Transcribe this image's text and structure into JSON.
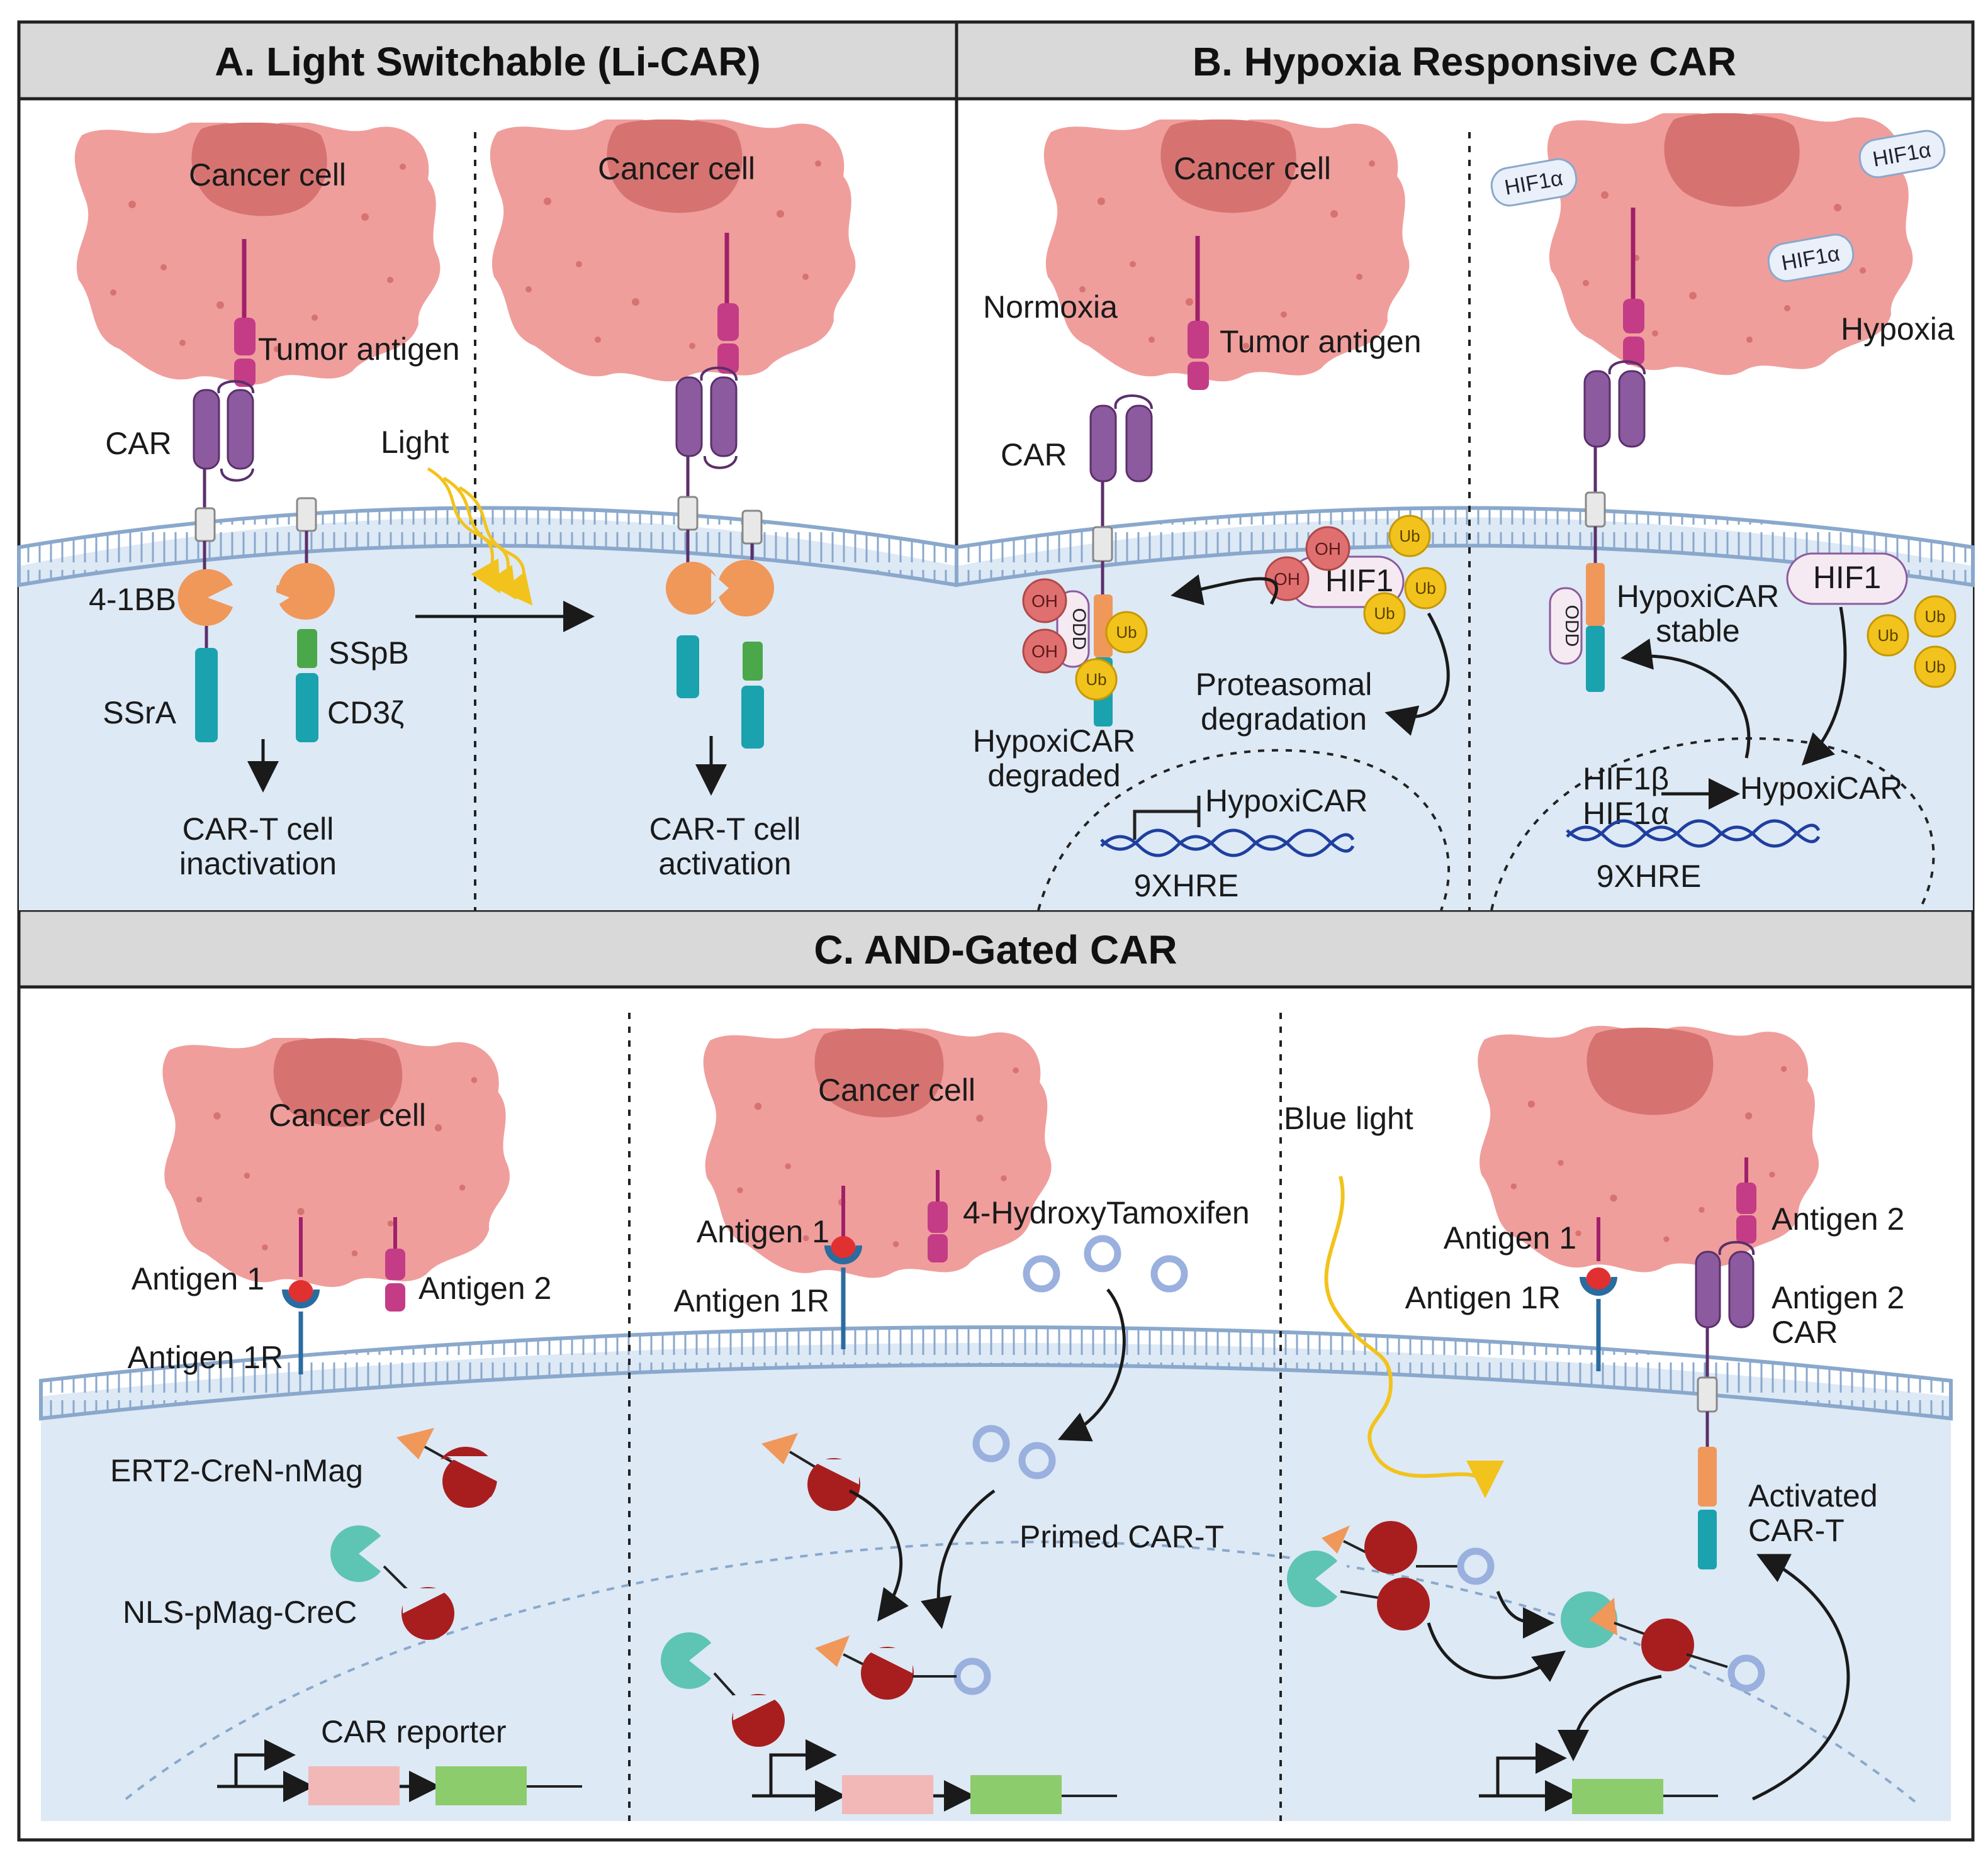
{
  "panels": {
    "a": {
      "title": "A. Light Switchable (Li-CAR)",
      "cancer_cell_1": "Cancer cell",
      "cancer_cell_2": "Cancer cell",
      "tumor_antigen": "Tumor antigen",
      "car": "CAR",
      "light": "Light",
      "bb41": "4-1BB",
      "sspb": "SSpB",
      "ssra": "SSrA",
      "cd3z": "CD3ζ",
      "inactivation_1": "CAR-T cell",
      "inactivation_2": "inactivation",
      "activation_1": "CAR-T cell",
      "activation_2": "activation"
    },
    "b": {
      "title": "B. Hypoxia Responsive CAR",
      "cancer_cell_1": "Cancer cell",
      "normoxia": "Normoxia",
      "hypoxia": "Hypoxia",
      "tumor_antigen": "Tumor antigen",
      "car": "CAR",
      "oh": "OH",
      "ub": "Ub",
      "hif1": "HIF1",
      "hif1a": "HIF1α",
      "odd": "ODD",
      "proteasomal_1": "Proteasomal",
      "proteasomal_2": "degradation",
      "degraded_1": "HypoxiCAR",
      "degraded_2": "degraded",
      "hypoxicar": "HypoxiCAR",
      "hre": "9XHRE",
      "stable_1": "HypoxiCAR",
      "stable_2": "stable",
      "hif1b": "HIF1β",
      "hif1a_nuc": "HIF1α"
    },
    "c": {
      "title": "C. AND-Gated CAR",
      "cancer_cell_1": "Cancer cell",
      "cancer_cell_2": "Cancer cell",
      "antigen1": "Antigen 1",
      "antigen2": "Antigen 2",
      "antigen1r": "Antigen 1R",
      "ert2": "ERT2-CreN-nMag",
      "nls": "NLS-pMag-CreC",
      "car_reporter": "CAR reporter",
      "tamoxifen": "4-HydroxyTamoxifen",
      "primed": "Primed CAR-T",
      "blue_light": "Blue light",
      "antigen2car_1": "Antigen 2",
      "antigen2car_2": "CAR",
      "activated_1": "Activated",
      "activated_2": "CAR-T"
    }
  },
  "colors": {
    "cancer": "#ef9e9c",
    "cancer_nucleus": "#d67370",
    "antigen": "#c43c86",
    "car": "#8c5a9e",
    "teal": "#1aa2ae",
    "orange": "#f0975a",
    "green": "#4aa84a",
    "cytoplasm": "#dde9f5",
    "membrane": "#8aa8cc",
    "ub": "#f2c31c",
    "oh": "#e07070",
    "crimson": "#a81e1e",
    "mint": "#5ec4b4",
    "ring": "#9ab0de",
    "light": "#f2c31c",
    "header": "#d9d9d9"
  },
  "icons": [
    "cancer-cell-icon",
    "dna-icon",
    "promoter-arrow-icon",
    "light-wave-icon",
    "ubiquitin-icon",
    "membrane-icon"
  ]
}
